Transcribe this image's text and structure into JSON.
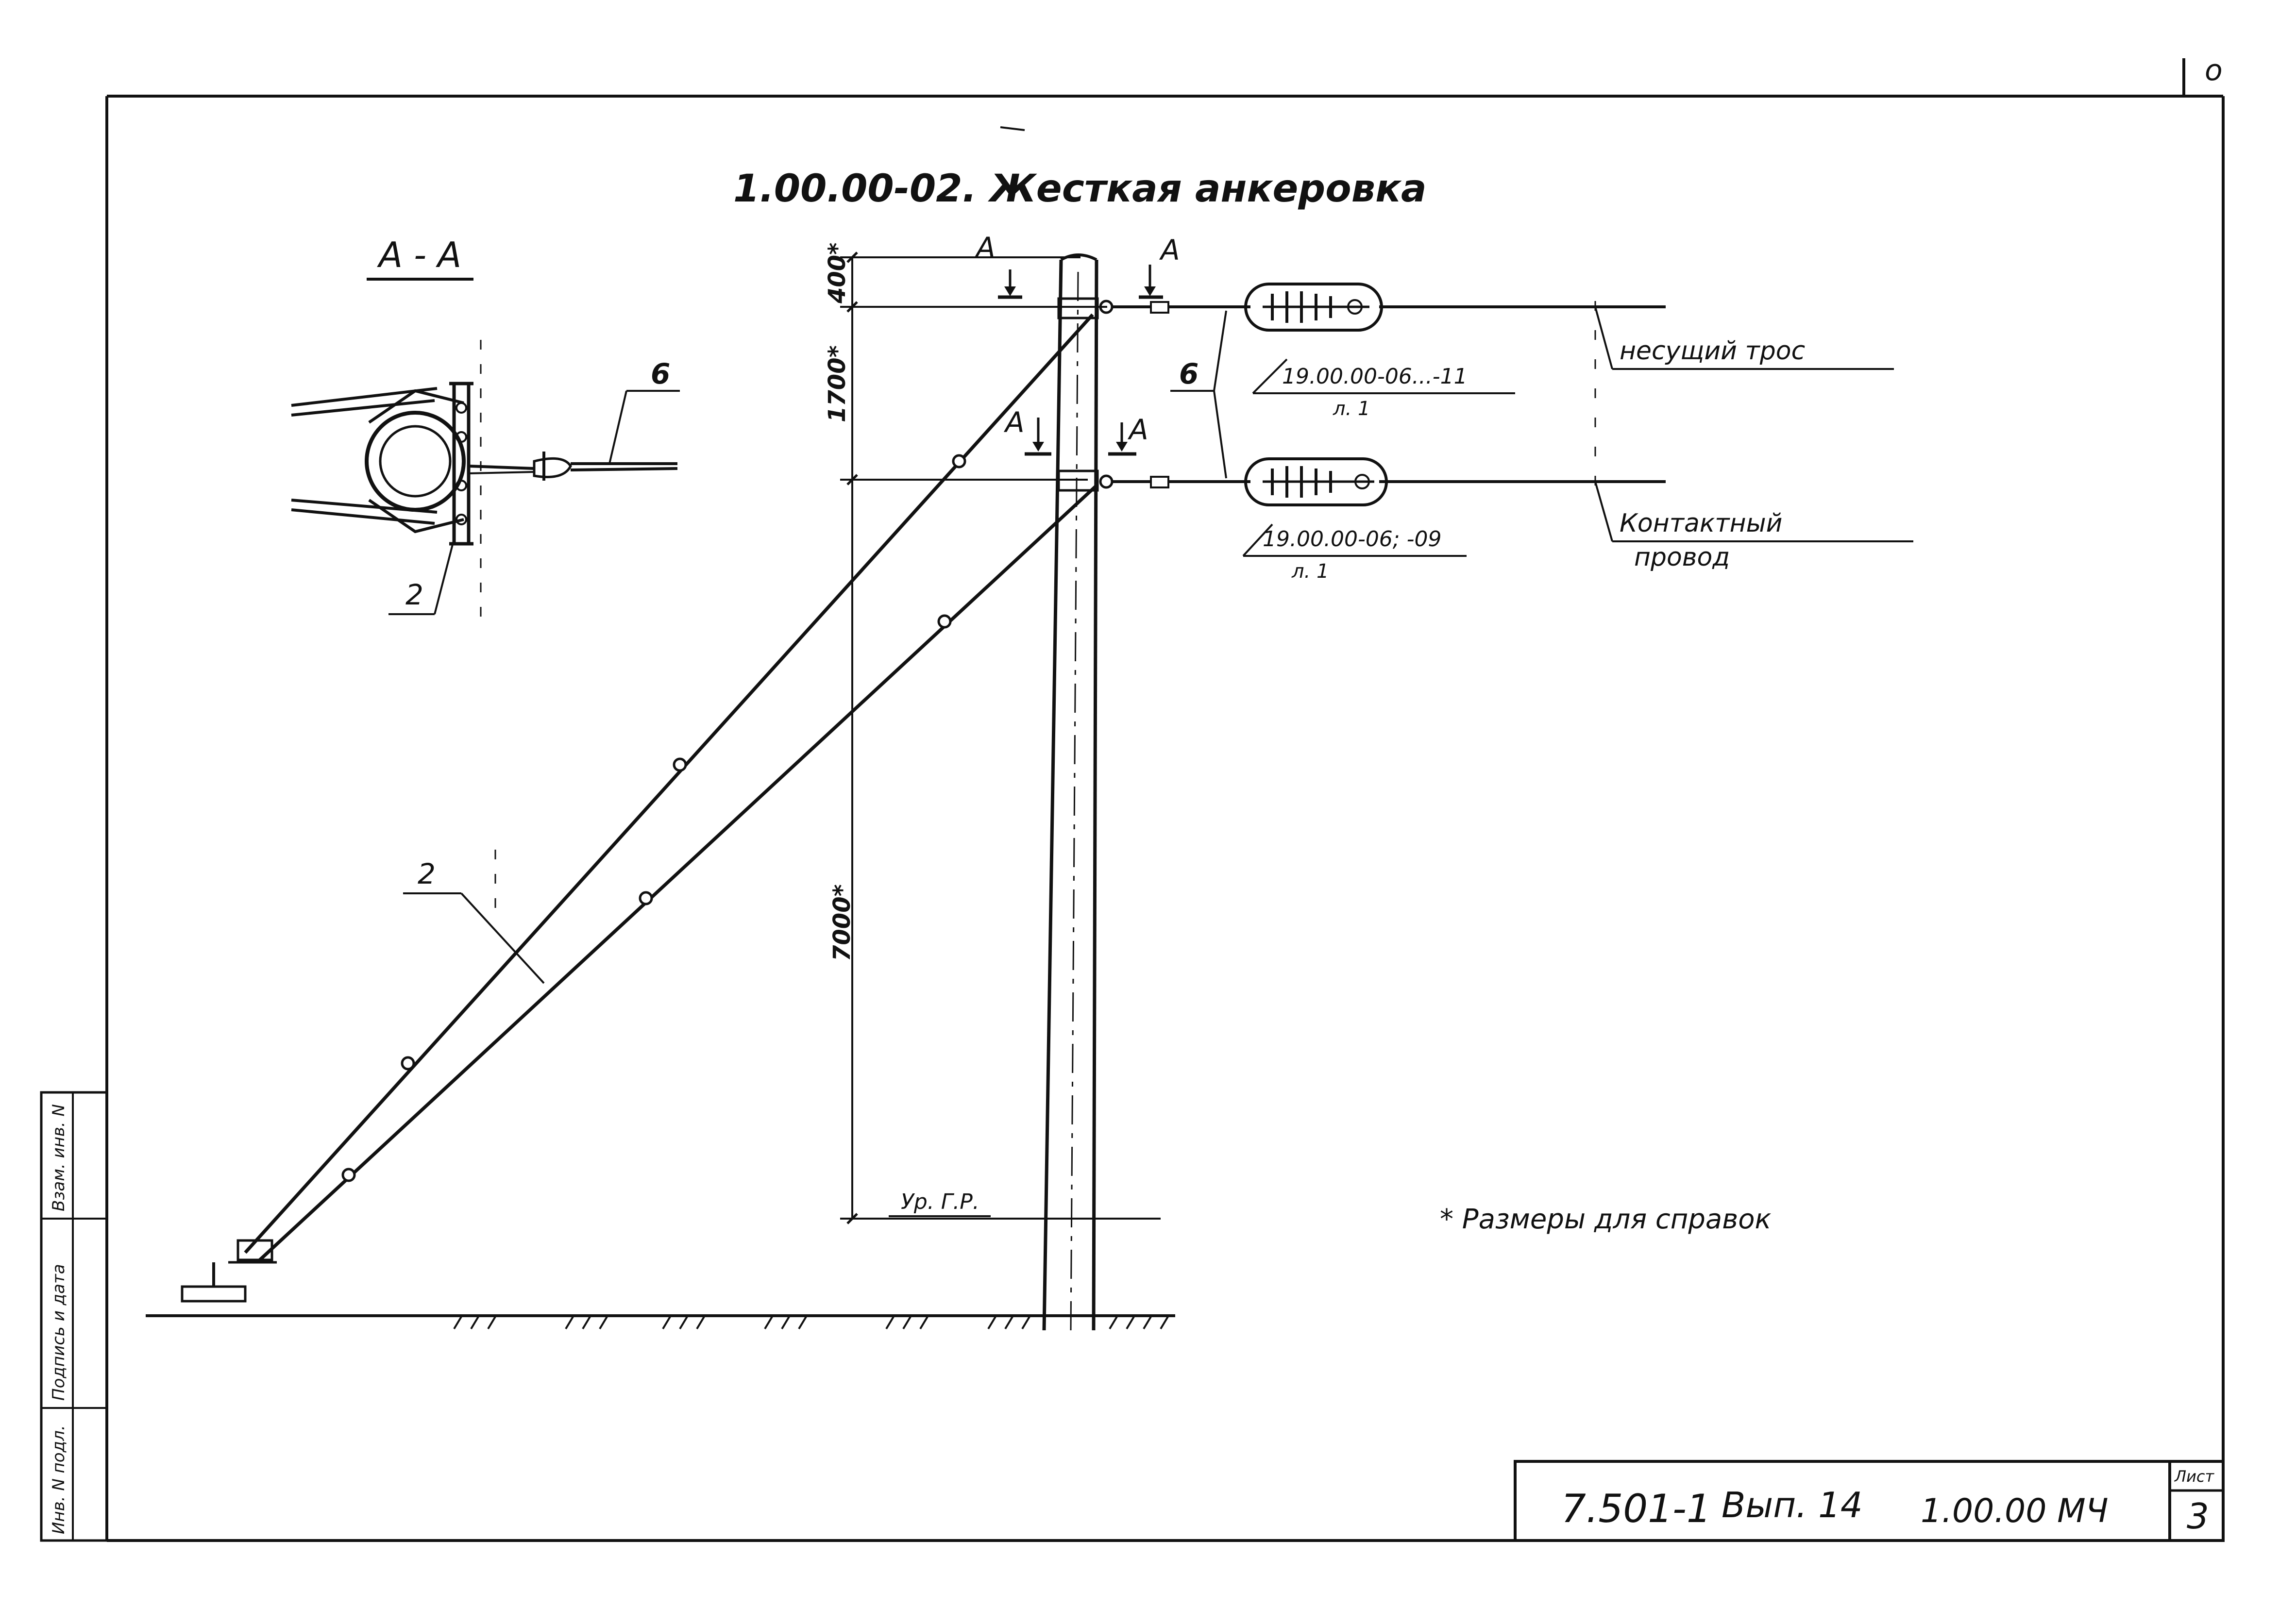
{
  "corner_mark": "о",
  "title": "1.00.00-02. Жесткая анкеровка",
  "section": {
    "label": "А - А",
    "callout_cable": "6",
    "callout_bracket": "2"
  },
  "cut_marks": [
    "А",
    "А",
    "А",
    "А"
  ],
  "dimensions": {
    "top": "400*",
    "middle": "1700*",
    "height": "7000*"
  },
  "ground_level": "Ур. Г.Р.",
  "callouts": {
    "guy": "2",
    "insulator_link": "6"
  },
  "insulators": {
    "upper": {
      "ref": "19.00.00-06...-11",
      "sheet": "л. 1"
    },
    "lower": {
      "ref": "19.00.00-06; -09",
      "sheet": "л. 1"
    }
  },
  "wires": {
    "carrier": "несущий трос",
    "contact_line1": "Контактный",
    "contact_line2": "провод"
  },
  "note": "* Размеры для справок",
  "side_stamp": [
    "Инв. N подл.",
    "Подпись и дата",
    "Взам. инв. N"
  ],
  "title_block": {
    "designation": "7.501-1",
    "issue": "Вып. 14",
    "code": "1.00.00 МЧ",
    "sheet_label": "Лист",
    "sheet_number": "3"
  }
}
